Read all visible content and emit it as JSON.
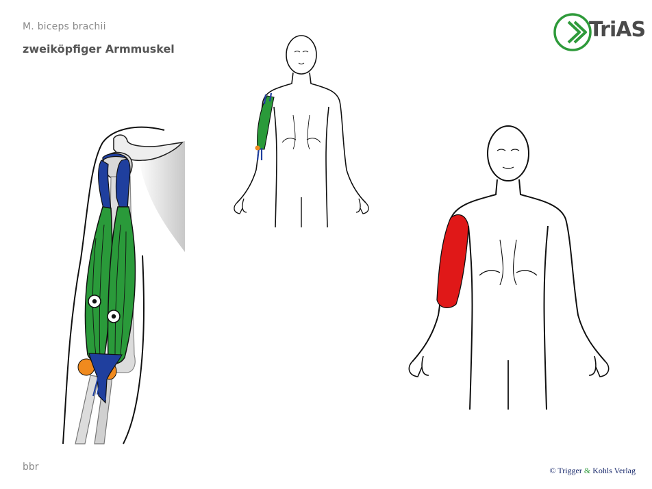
{
  "header": {
    "latin_name": "M. biceps brachii",
    "german_name": "zweiköpfiger Armmuskel"
  },
  "footer": {
    "abbreviation": "bbr",
    "copyright_symbol": "©",
    "copyright_part1": "Trigger",
    "copyright_amp": "&",
    "copyright_part2": "Kohls Verlag"
  },
  "logo": {
    "text": "TriAS",
    "ring_color": "#2e9a3a",
    "chevron_color": "#2e9a3a"
  },
  "colors": {
    "muscle": "#2a9a3a",
    "tendon": "#1f3f9e",
    "attachment": "#f08a1e",
    "pain_zone": "#e01818",
    "outline": "#111111",
    "bone": "#dcdcdc"
  },
  "icons": {
    "trigger_point": "trigger-point-icon"
  }
}
